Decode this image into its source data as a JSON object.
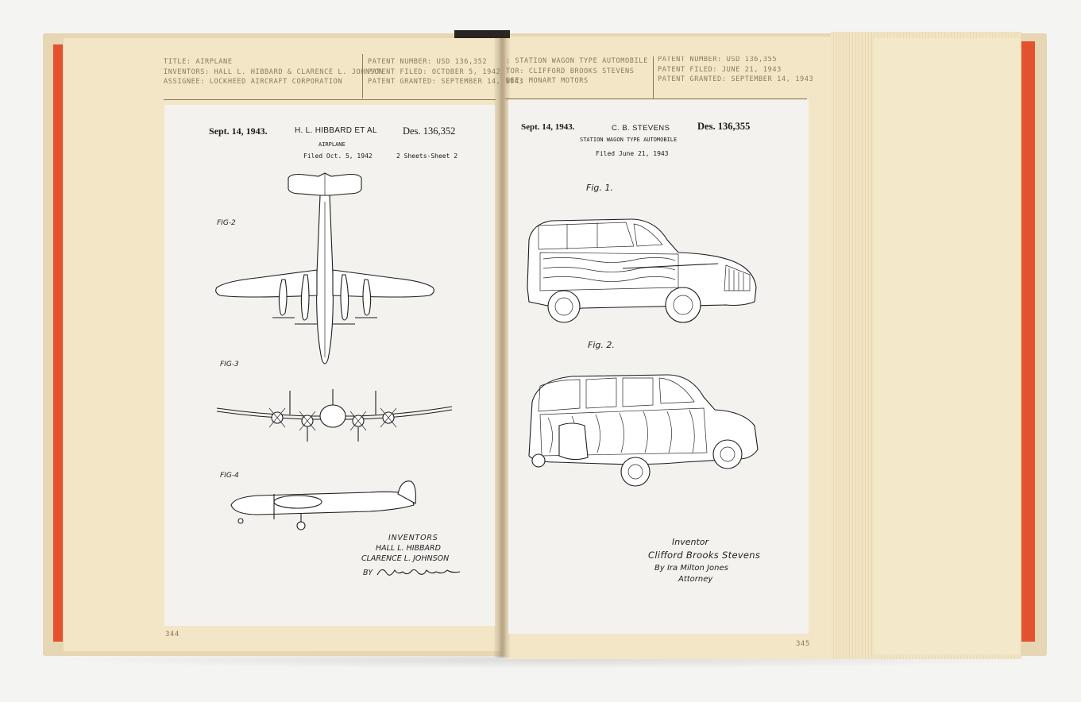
{
  "left_page": {
    "header": {
      "title": "TITLE: AIRPLANE",
      "inventors": "INVENTORS: HALL L. HIBBARD & CLARENCE L. JOHNSON",
      "assignee": "ASSIGNEE: LOCKHEED AIRCRAFT CORPORATION",
      "patent_number": "PATENT NUMBER: USD 136,352",
      "patent_filed": "PATENT FILED: OCTOBER 5, 1942",
      "patent_granted": "PATENT GRANTED: SEPTEMBER 14, 1943"
    },
    "patent": {
      "date": "Sept. 14, 1943.",
      "inventor": "H. L. HIBBARD ET AL",
      "number": "Des. 136,352",
      "title": "AIRPLANE",
      "filed": "Filed Oct. 5, 1942",
      "sheets": "2 Sheets-Sheet 2",
      "fig2": "FIG-2",
      "fig3": "FIG-3",
      "fig4": "FIG-4",
      "inventors_label": "INVENTORS",
      "inventor1": "HALL L. HIBBARD",
      "inventor2": "CLARENCE L. JOHNSON",
      "by": "BY"
    },
    "page_number": "344"
  },
  "right_page": {
    "header": {
      "title": "TITLE: STATION WAGON TYPE AUTOMOBILE",
      "inventor": "INVENTOR: CLIFFORD BROOKS STEVENS",
      "assignee": "ASSIGNEE: MONART MOTORS",
      "patent_number": "PATENT NUMBER: USD 136,355",
      "patent_filed": "PATENT FILED: JUNE 21, 1943",
      "patent_granted": "PATENT GRANTED: SEPTEMBER 14, 1943"
    },
    "patent": {
      "date": "Sept. 14, 1943.",
      "inventor": "C. B. STEVENS",
      "number": "Des. 136,355",
      "title": "STATION WAGON TYPE AUTOMOBILE",
      "filed": "Filed June 21, 1943",
      "fig1": "Fig. 1.",
      "fig2": "Fig. 2.",
      "sig_label": "Inventor",
      "sig_name": "Clifford Brooks Stevens",
      "sig_by": "By Ira Milton Jones",
      "sig_attorney": "Attorney"
    },
    "page_number": "345"
  },
  "colors": {
    "paper": "#f3e6c6",
    "cover_edge": "#e4512f",
    "sheet": "#f3f2ee",
    "header_text": "#8a7a5e"
  }
}
